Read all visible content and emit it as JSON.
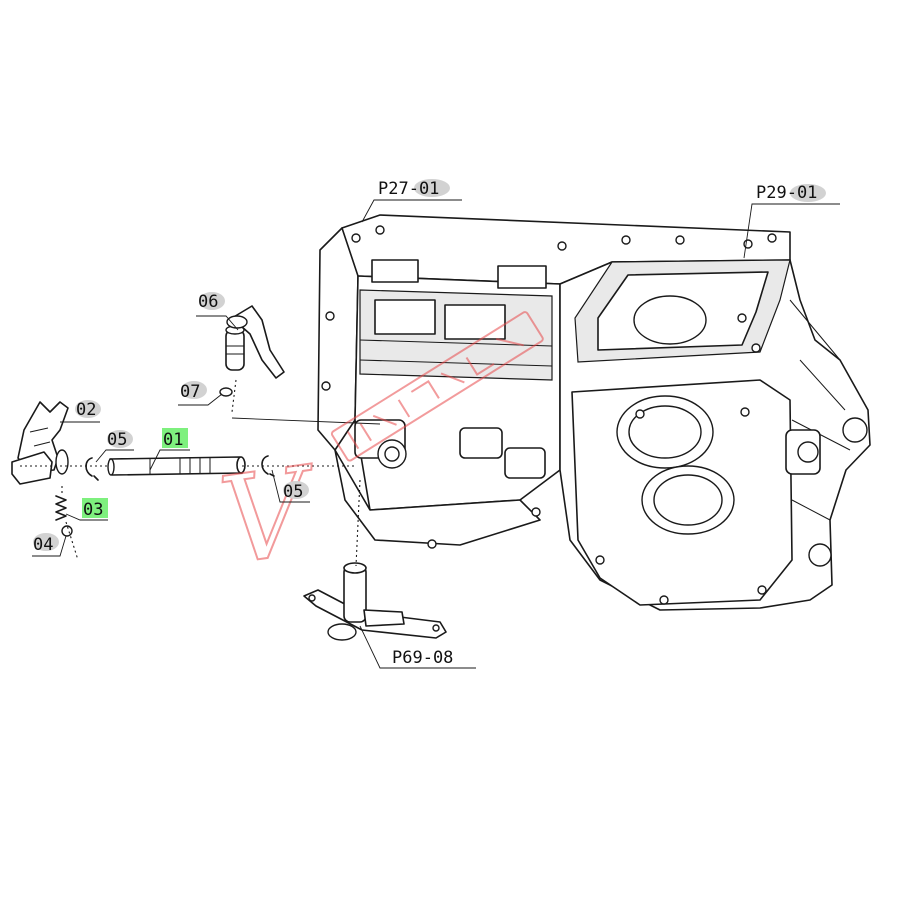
{
  "colors": {
    "line": "#1a1a1a",
    "label_plate": "#d2d2d2",
    "label_highlight": "#7ef07e",
    "watermark": "#e8484a"
  },
  "callouts": {
    "p27_01": "P27-01",
    "p29_01": "P29-01",
    "p69_08": "P69-08",
    "part_01": "01",
    "part_02": "02",
    "part_03": "03",
    "part_04": "04",
    "part_05_left": "05",
    "part_05_right": "05",
    "part_06": "06",
    "part_07": "07"
  },
  "highlighted_parts": [
    "01",
    "03"
  ],
  "watermark": {
    "lead_letter": "V",
    "icon": "watermark-logo-icon"
  }
}
